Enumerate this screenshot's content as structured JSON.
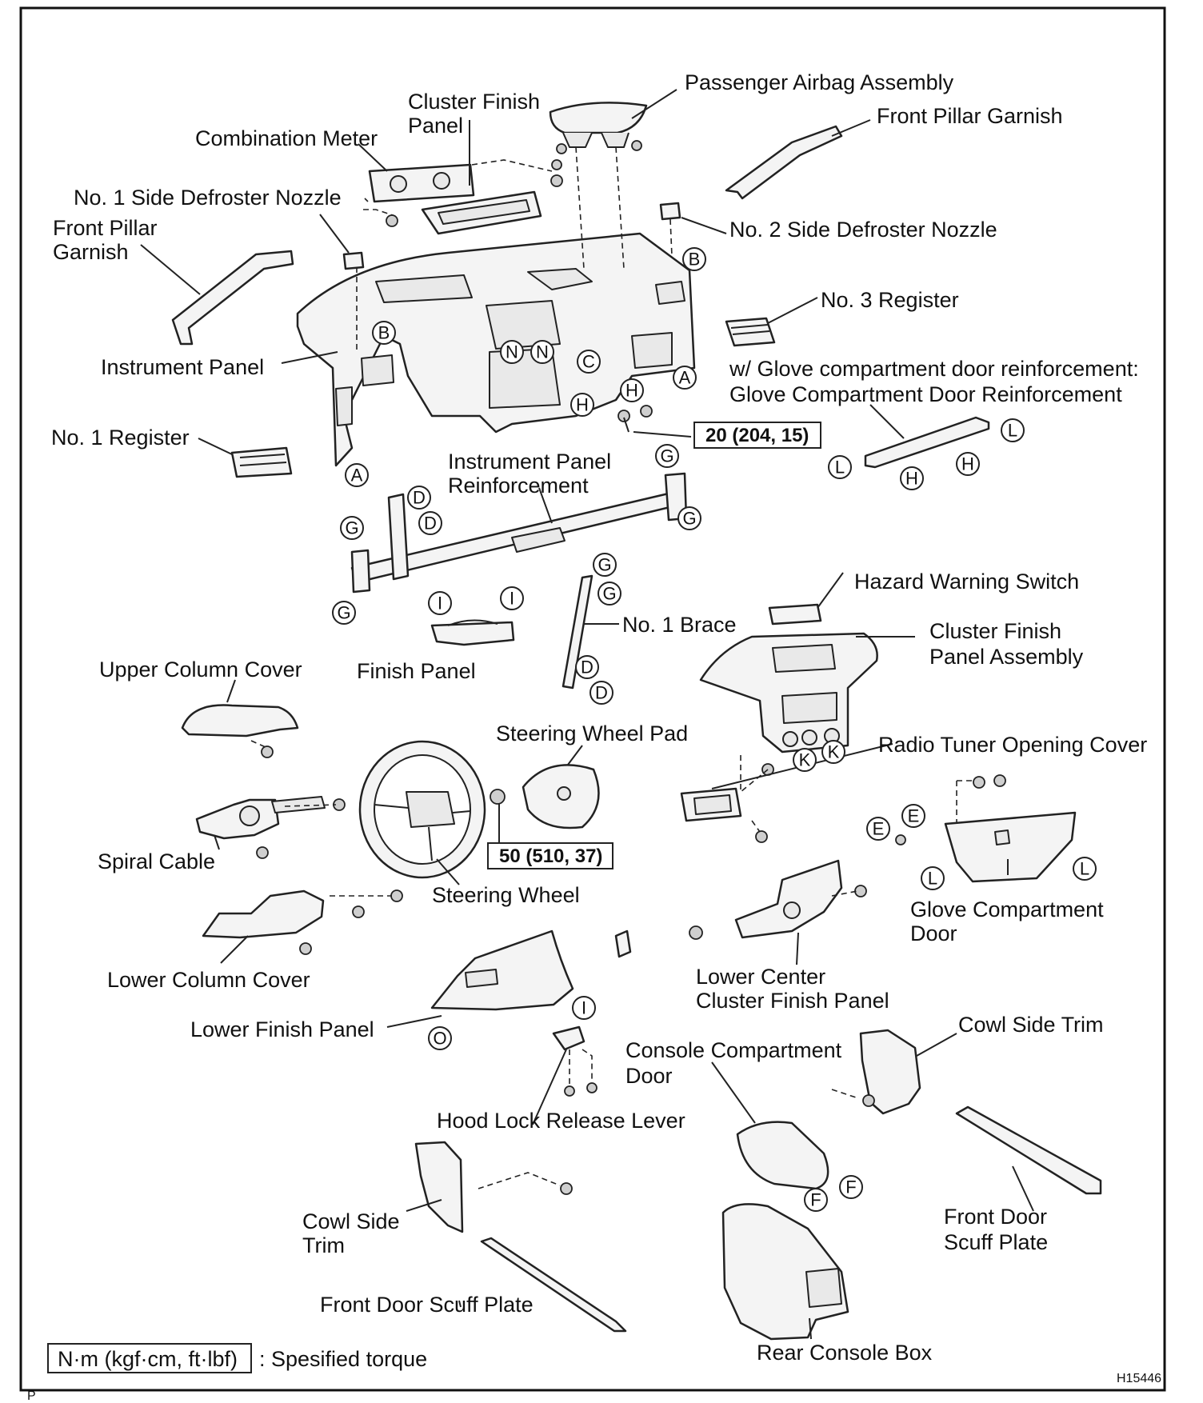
{
  "labels": {
    "passenger_airbag": "Passenger Airbag Assembly",
    "front_pillar_garnish_right": "Front Pillar Garnish",
    "cluster_finish_panel_1": "Cluster Finish",
    "cluster_finish_panel_2": "Panel",
    "combination_meter": "Combination Meter",
    "no1_side_defroster": "No. 1 Side Defroster Nozzle",
    "no2_side_defroster": "No. 2 Side Defroster Nozzle",
    "front_pillar_garnish_left_1": "Front Pillar",
    "front_pillar_garnish_left_2": "Garnish",
    "no3_register": "No. 3 Register",
    "instrument_panel": "Instrument Panel",
    "glove_reinf_note": "w/ Glove compartment door reinforcement:",
    "glove_reinf": "Glove Compartment Door Reinforcement",
    "no1_register": "No. 1 Register",
    "ip_reinforcement_1": "Instrument Panel",
    "ip_reinforcement_2": "Reinforcement",
    "hazard_switch": "Hazard Warning Switch",
    "no1_brace": "No. 1 Brace",
    "cluster_finish_assembly_1": "Cluster Finish",
    "cluster_finish_assembly_2": "Panel Assembly",
    "upper_column_cover": "Upper Column Cover",
    "finish_panel": "Finish Panel",
    "steering_wheel_pad": "Steering Wheel Pad",
    "radio_tuner_cover": "Radio Tuner Opening Cover",
    "spiral_cable": "Spiral Cable",
    "steering_wheel": "Steering Wheel",
    "glove_door_1": "Glove Compartment",
    "glove_door_2": "Door",
    "lower_column_cover": "Lower Column Cover",
    "lower_center_1": "Lower Center",
    "lower_center_2": "Cluster Finish Panel",
    "lower_finish_panel": "Lower Finish Panel",
    "cowl_side_trim_right": "Cowl Side Trim",
    "console_door_1": "Console Compartment",
    "console_door_2": "Door",
    "hood_lock_lever": "Hood Lock Release Lever",
    "cowl_side_trim_left_1": "Cowl Side",
    "cowl_side_trim_left_2": "Trim",
    "front_door_scuff_right_1": "Front Door",
    "front_door_scuff_right_2": "Scuff Plate",
    "front_door_scuff_left": "Front Door Scuff Plate",
    "rear_console_box": "Rear Console Box"
  },
  "torque": {
    "ip_bolts": "20 (204, 15)",
    "steering_nut": "50 (510, 37)"
  },
  "legend": {
    "unit": "N·m (kgf·cm, ft·lbf)",
    "text": ": Spesified torque"
  },
  "figure_code": "H15446",
  "corner_mark": "P",
  "markers": {
    "A": "A",
    "B": "B",
    "C": "C",
    "D": "D",
    "E": "E",
    "F": "F",
    "G": "G",
    "H": "H",
    "I": "I",
    "K": "K",
    "L": "L",
    "N": "N",
    "O": "O"
  }
}
